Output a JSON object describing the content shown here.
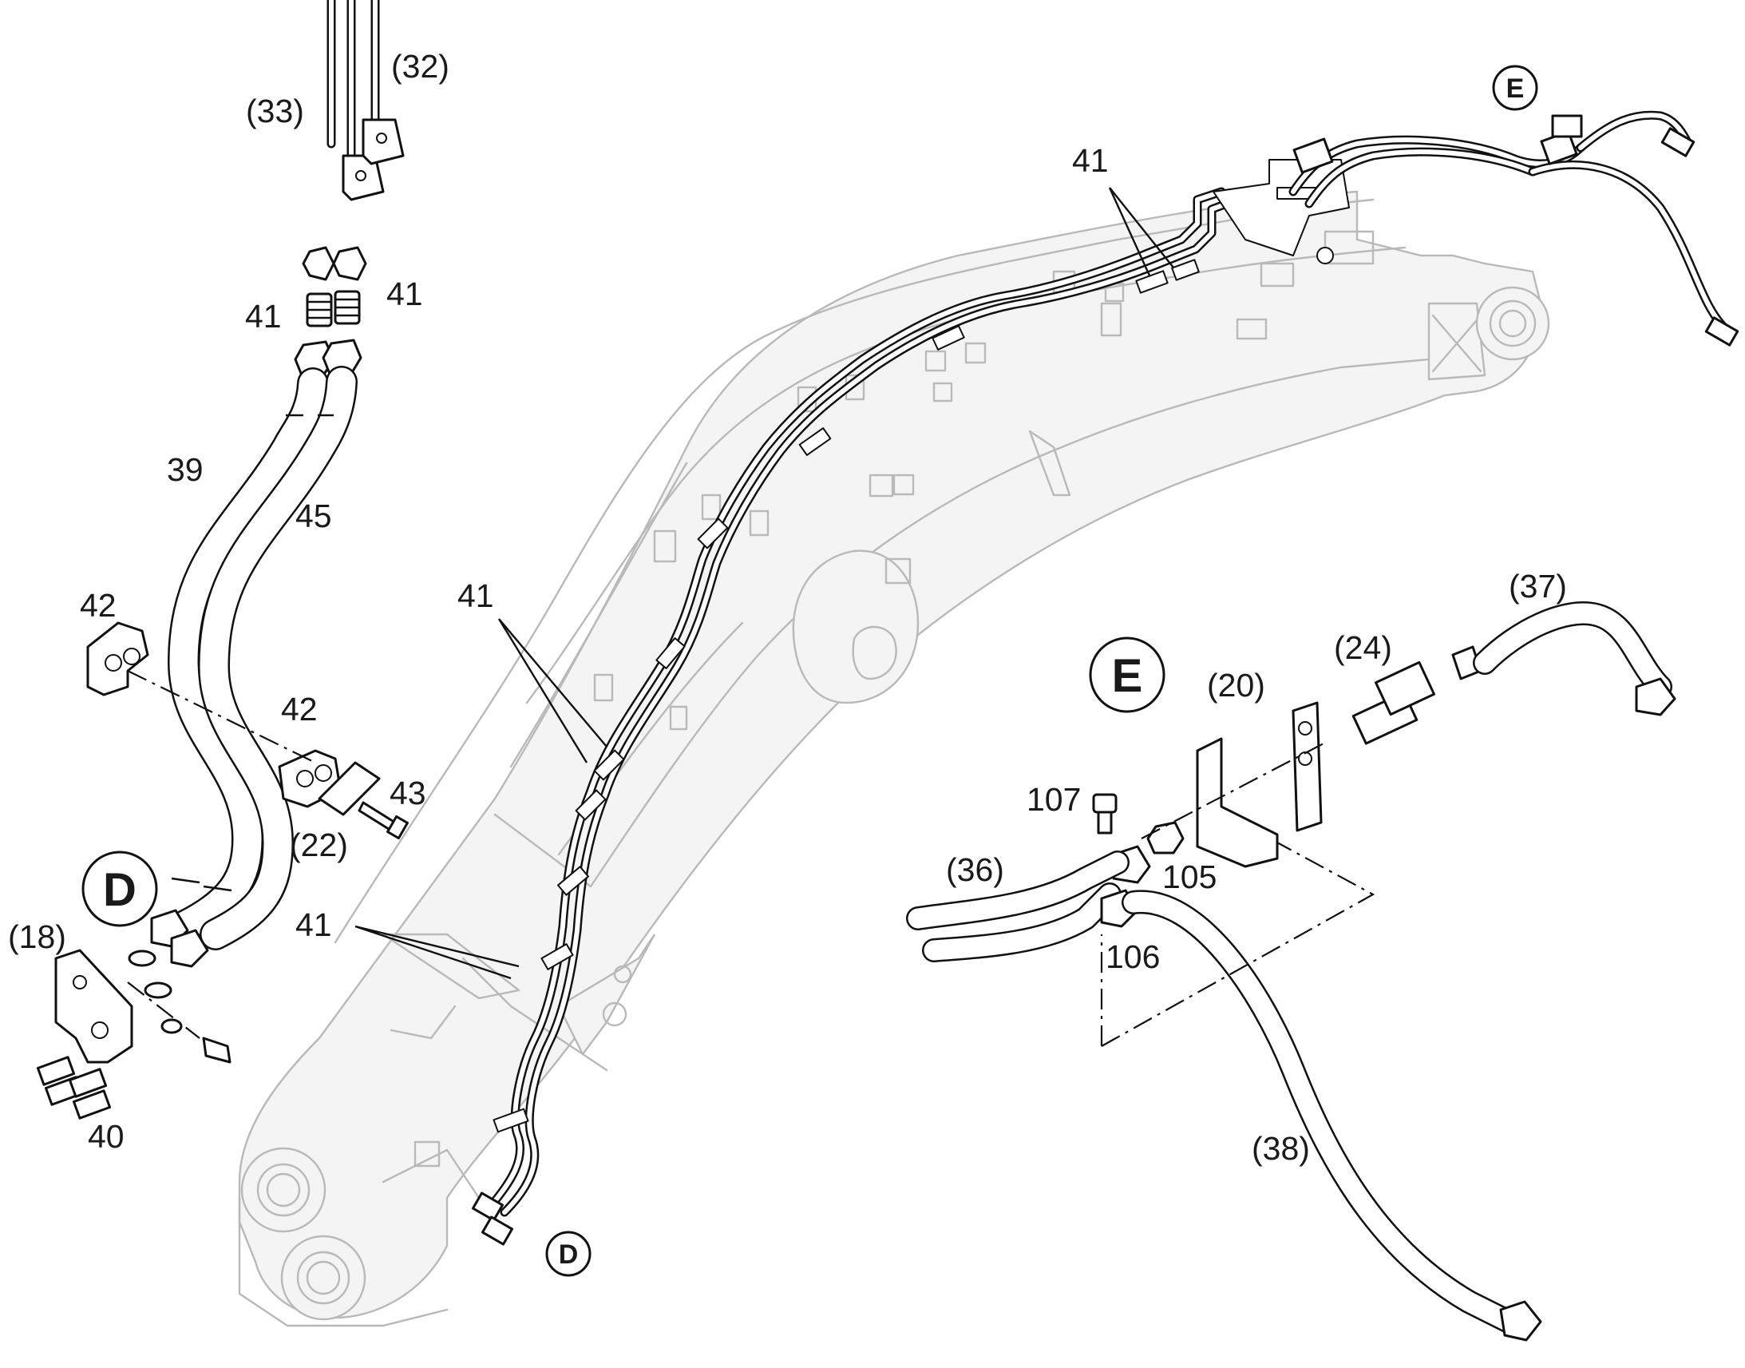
{
  "callouts": {
    "c32": "(32)",
    "c33": "(33)",
    "c41_tube_left": "41",
    "c41_tube_right": "41",
    "c39": "39",
    "c45": "45",
    "c42_top": "42",
    "c42_mid": "42",
    "c43": "43",
    "c22": "(22)",
    "c18": "(18)",
    "c40": "40",
    "c41_boom_mid": "41",
    "c41_boom_low": "41",
    "c41_boom_top": "41",
    "c20": "(20)",
    "c24": "(24)",
    "c37": "(37)",
    "c107": "107",
    "c105": "105",
    "c36": "(36)",
    "c106": "106",
    "c38": "(38)"
  },
  "detail_refs": {
    "d_detail": "D",
    "d_boom": "D",
    "e_detail": "E",
    "e_top": "E"
  }
}
